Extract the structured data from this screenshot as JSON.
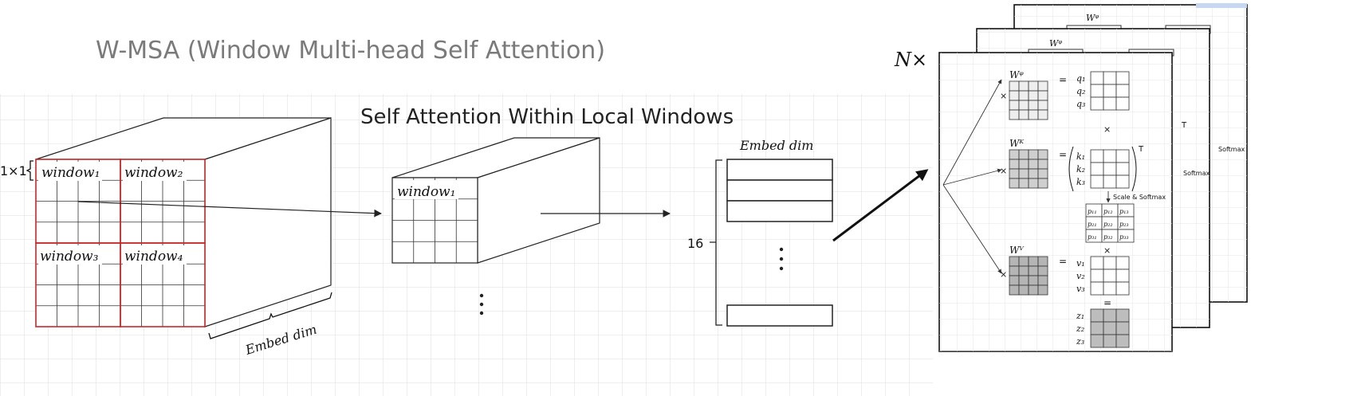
{
  "header": {
    "title": "W-MSA (Window Multi-head Self Attention)",
    "subtitle": "Self Attention Within Local Windows"
  },
  "labels": {
    "patch_size": "1×1",
    "window1": "window₁",
    "window2": "window₂",
    "window3": "window₃",
    "window4": "window₄",
    "embed_dim_cube": "Embed dim",
    "embed_dim_matrix": "Embed dim",
    "token_count": "16",
    "n_times": "N×"
  },
  "attention_card": {
    "wq": "Wᵠ",
    "wk": "Wᴷ",
    "wv": "Wⱽ",
    "times": "×",
    "equals": "=",
    "transpose": "T",
    "q": [
      "q₁",
      "q₂",
      "q₃"
    ],
    "k": [
      "k₁",
      "k₂",
      "k₃"
    ],
    "v": [
      "v₁",
      "v₂",
      "v₃"
    ],
    "z": [
      "z₁",
      "z₂",
      "z₃"
    ],
    "scale_softmax": "Scale & Softmax",
    "softmax": "Softmax",
    "p": [
      [
        "p₁₁",
        "p₁₂",
        "p₁₃"
      ],
      [
        "p₂₁",
        "p₂₂",
        "p₂₃"
      ],
      [
        "p₃₁",
        "p₃₂",
        "p₃₃"
      ]
    ]
  },
  "colors": {
    "window_border": "#c62828",
    "grid_line": "#dedede",
    "q_fill": "#eeeeee",
    "k_fill": "#cfcfcf",
    "v_fill": "#b5b5b5",
    "z_fill": "#bdbdbd",
    "arrow": "#111111"
  }
}
